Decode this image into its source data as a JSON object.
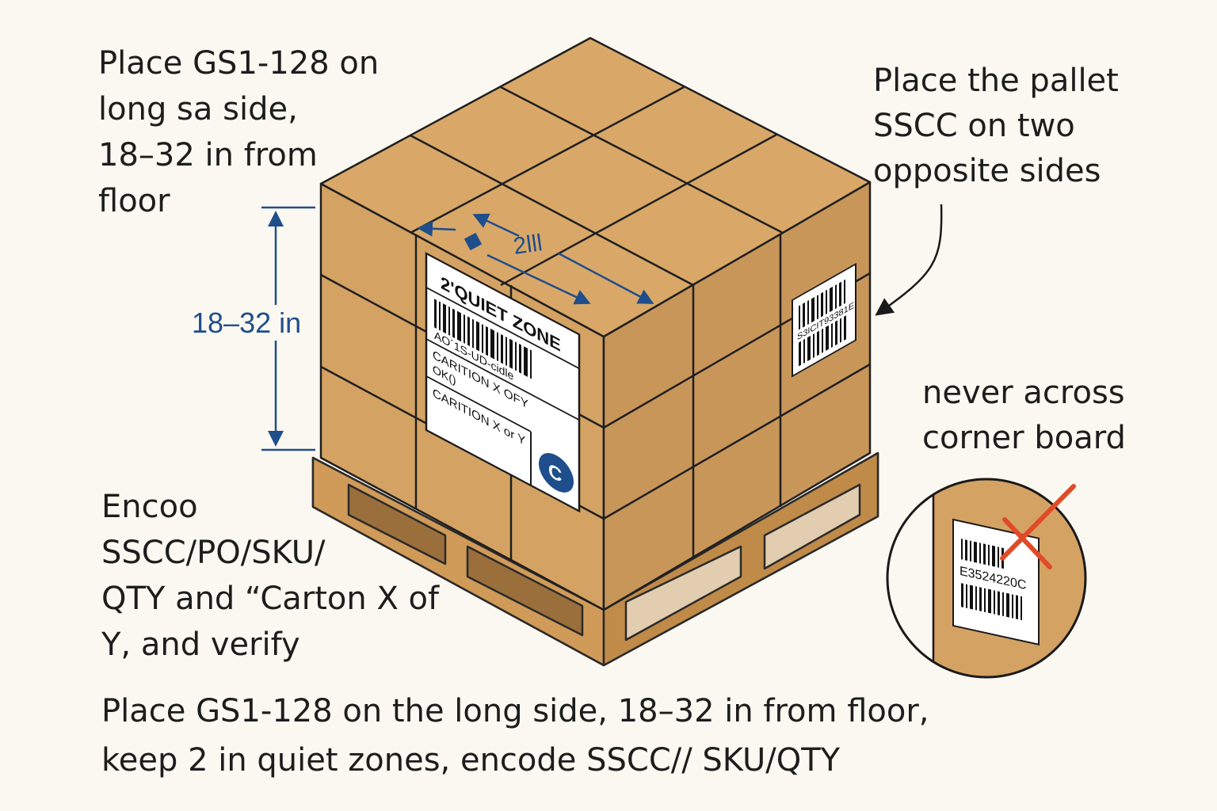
{
  "notes": {
    "top_left": [
      "Place GS1-128 on",
      "long sa side,",
      "18–32 in from",
      "floor"
    ],
    "top_right": [
      "Place the pallet",
      "SSCC on two",
      "opposite sides"
    ],
    "corner": [
      "never across",
      "corner board"
    ],
    "bottom_left": [
      "Encoo",
      "SSCC/PO/SKU/",
      "QTY and “Carton X of",
      "Y, and verify"
    ]
  },
  "dimension": {
    "height_label": "18–32 in",
    "quiet_zone_label": "2lll"
  },
  "label": {
    "title": "2'QUIET ZONE",
    "code_text": "AO´1S-UD-cidle",
    "line1": "CARITION X OFY",
    "line1b": "OK()",
    "line2": "CARITION X or Y",
    "logo_letter": "C"
  },
  "side_label": {
    "code_text": "S3ICIT93381E"
  },
  "inset_label": {
    "code_text": "E3524220C"
  },
  "caption": [
    "Place GS1-128 on the long side, 18–32 in from floor,",
    "keep 2 in quiet zones, encode SSCC// SKU/QTY"
  ],
  "colors": {
    "cardboard_light": "#d9a766",
    "cardboard_mid": "#cc9a5c",
    "cardboard_dark": "#b98649",
    "dimension_blue": "#1f4e8c",
    "cross_red": "#e04a26",
    "background": "#fbf8f1"
  }
}
